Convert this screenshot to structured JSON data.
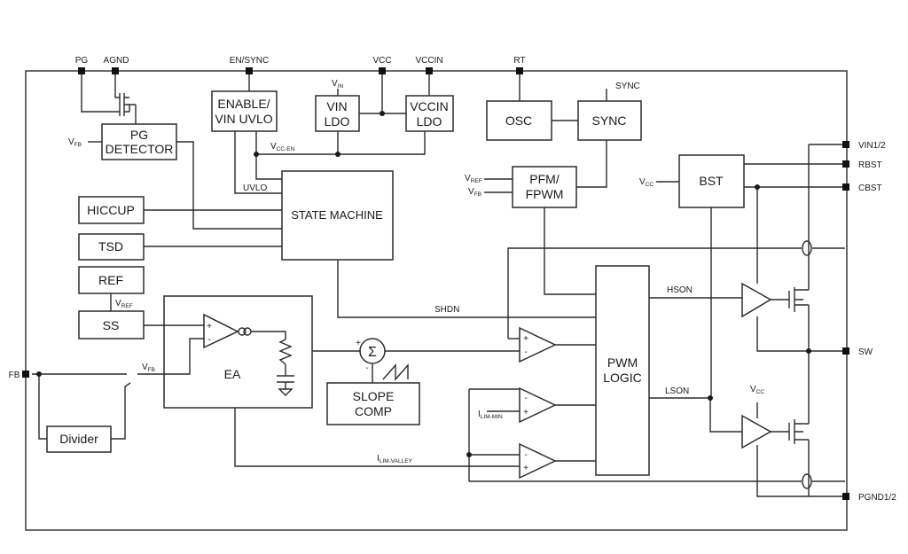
{
  "pins": {
    "pg": "PG",
    "agnd": "AGND",
    "en_sync": "EN/SYNC",
    "vcc": "VCC",
    "vccin": "VCCIN",
    "rt": "RT",
    "vin12": "VIN1/2",
    "rbst": "RBST",
    "cbst": "CBST",
    "sw": "SW",
    "pgnd12": "PGND1/2",
    "fb": "FB"
  },
  "blocks": {
    "pg_detector": [
      "PG",
      "DETECTOR"
    ],
    "enable_uvlo": [
      "ENABLE/",
      "VIN UVLO"
    ],
    "vin_ldo": [
      "VIN",
      "LDO"
    ],
    "vccin_ldo": [
      "VCCIN",
      "LDO"
    ],
    "osc": "OSC",
    "sync": "SYNC",
    "pfm_fpwm": [
      "PFM/",
      "FPWM"
    ],
    "bst": "BST",
    "hiccup": "HICCUP",
    "state_machine": "STATE MACHINE",
    "tsd": "TSD",
    "ref": "REF",
    "ss": "SS",
    "ea": "EA",
    "slope_comp": [
      "SLOPE",
      "COMP"
    ],
    "pwm_logic": [
      "PWM",
      "LOGIC"
    ],
    "divider": "Divider"
  },
  "signals": {
    "sync_in": "SYNC",
    "uvlo": "UVLO",
    "shdn": "SHDN",
    "hson": "HSON",
    "lson": "LSON",
    "vfb_pg": {
      "main": "V",
      "sub": "FB"
    },
    "vin_ldo": {
      "main": "V",
      "sub": "IN"
    },
    "vcc_en": {
      "main": "V",
      "sub": "CC-EN"
    },
    "vref_pfm": {
      "main": "V",
      "sub": "REF"
    },
    "vfb_pfm": {
      "main": "V",
      "sub": "FB"
    },
    "vcc_bst": {
      "main": "V",
      "sub": "CC"
    },
    "vref_ss": {
      "main": "V",
      "sub": "REF"
    },
    "vfb_ea": {
      "main": "V",
      "sub": "FB"
    },
    "vcc_driver": {
      "main": "V",
      "sub": "CC"
    },
    "ilim_min": {
      "main": "I",
      "sub": "LIM-MIN"
    },
    "ilim_valley": {
      "main": "I",
      "sub": "LIM-VALLEY"
    }
  },
  "comparators": {
    "plus": "+",
    "minus": "-"
  }
}
